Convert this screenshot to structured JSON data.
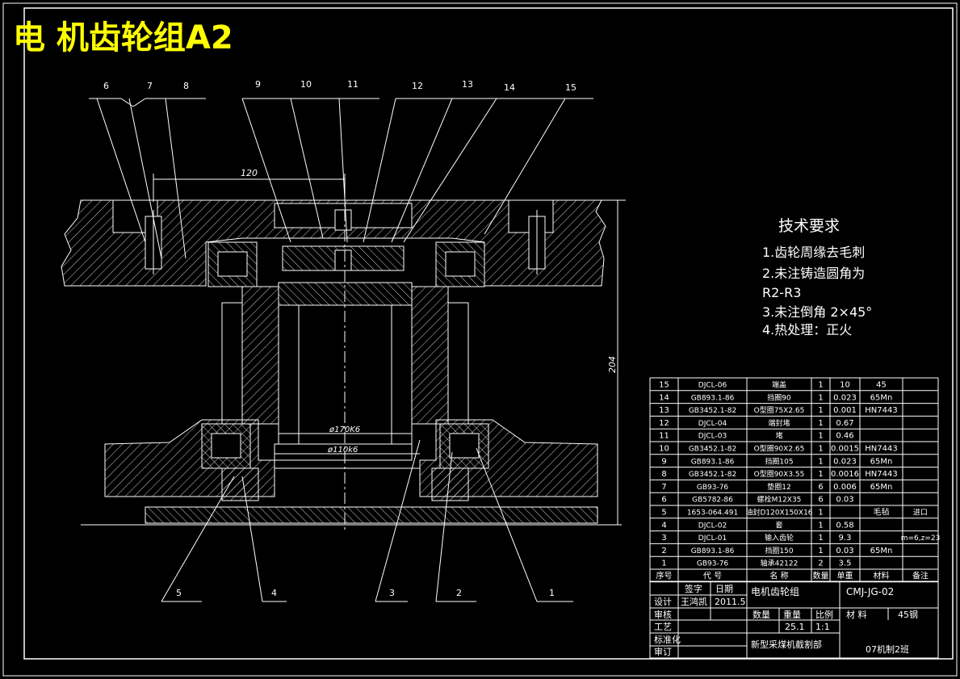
{
  "title": "电 机齿轮组A2",
  "balloons": [
    "6",
    "7",
    "8",
    "9",
    "10",
    "11",
    "12",
    "13",
    "14",
    "15",
    "5",
    "4",
    "3",
    "2",
    "1"
  ],
  "dims": {
    "width_120": "120",
    "height_204": "204",
    "dia_170": "ø170K6",
    "dia_110": "ø110k6"
  },
  "tech": {
    "heading": "技术要求",
    "items": [
      "1.齿轮周缘去毛刺",
      "2.未注铸造圆角为",
      "R2-R3",
      "3.未注倒角 2×45°",
      "4.热处理：正火"
    ]
  },
  "bom": {
    "rows": [
      {
        "no": "15",
        "code": "DJCL-06",
        "name": "端盖",
        "qty": "1",
        "mass": "10",
        "mat": "45",
        "note": ""
      },
      {
        "no": "14",
        "code": "GB893.1-86",
        "name": "挡圈90",
        "qty": "1",
        "mass": "0.023",
        "mat": "65Mn",
        "note": ""
      },
      {
        "no": "13",
        "code": "GB3452.1-82",
        "name": "O型圈75X2.65",
        "qty": "1",
        "mass": "0.001",
        "mat": "HN7443",
        "note": ""
      },
      {
        "no": "12",
        "code": "DJCL-04",
        "name": "端封堵",
        "qty": "1",
        "mass": "0.67",
        "mat": "",
        "note": ""
      },
      {
        "no": "11",
        "code": "DJCL-03",
        "name": "堵",
        "qty": "1",
        "mass": "0.46",
        "mat": "",
        "note": ""
      },
      {
        "no": "10",
        "code": "GB3452.1-82",
        "name": "O型圈90X2.65",
        "qty": "1",
        "mass": "0.0015",
        "mat": "HN7443",
        "note": ""
      },
      {
        "no": "9",
        "code": "GB893.1-86",
        "name": "挡圈105",
        "qty": "1",
        "mass": "0.023",
        "mat": "65Mn",
        "note": ""
      },
      {
        "no": "8",
        "code": "GB3452.1-82",
        "name": "O型圈90X3.55",
        "qty": "1",
        "mass": "0.0016",
        "mat": "HN7443",
        "note": ""
      },
      {
        "no": "7",
        "code": "GB93-76",
        "name": "垫圈12",
        "qty": "6",
        "mass": "0.006",
        "mat": "65Mn",
        "note": ""
      },
      {
        "no": "6",
        "code": "GB5782-86",
        "name": "螺栓M12X35",
        "qty": "6",
        "mass": "0.03",
        "mat": "",
        "note": ""
      },
      {
        "no": "5",
        "code": "1653-064.491",
        "name": "油封D120X150X16",
        "qty": "1",
        "mass": "",
        "mat": "毛毡",
        "note": "进口"
      },
      {
        "no": "4",
        "code": "DJCL-02",
        "name": "套",
        "qty": "1",
        "mass": "0.58",
        "mat": "",
        "note": ""
      },
      {
        "no": "3",
        "code": "DJCL-01",
        "name": "输入齿轮",
        "qty": "1",
        "mass": "9.3",
        "mat": "",
        "note": "m=6,z=23"
      },
      {
        "no": "2",
        "code": "GB893.1-86",
        "name": "挡圈150",
        "qty": "1",
        "mass": "0.03",
        "mat": "65Mn",
        "note": ""
      },
      {
        "no": "1",
        "code": "GB93-76",
        "name": "轴承42122",
        "qty": "2",
        "mass": "3.5",
        "mat": "",
        "note": ""
      }
    ],
    "header": {
      "no": "序号",
      "code": "代  号",
      "name": "名  称",
      "qty": "数量",
      "mass": "单重",
      "mat": "材料",
      "note": "备注"
    }
  },
  "titleblock": {
    "sign": "签字",
    "date": "日期",
    "drawing_name": "电机齿轮组",
    "drawing_no": "CMJ-JG-02",
    "design": "设计",
    "designer": "王鸿凯",
    "design_date": "2011.5",
    "review": "审核",
    "process": "工艺",
    "qty_label": "数量",
    "weight_label": "重量",
    "scale_label": "比例",
    "material_label": "材  料",
    "material": "45钢",
    "weight": "25.1",
    "scale": "1:1",
    "standard": "标准化",
    "approve": "审订",
    "company": "新型采煤机截割部",
    "class": "07机制2班"
  },
  "colors": {
    "bg": "#000000",
    "line": "#ffffff",
    "title": "#ffff00",
    "hatch": "#ffffff"
  }
}
